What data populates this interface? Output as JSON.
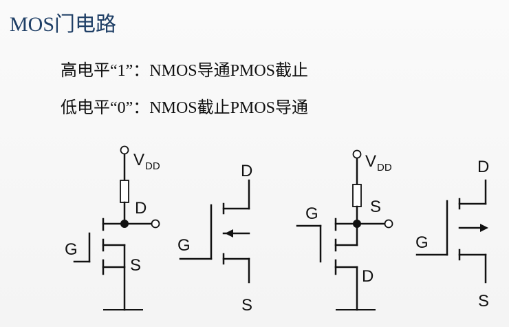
{
  "title": "MOS门电路",
  "lines": [
    "高电平“1”：NMOS导通PMOS截止",
    "低电平“0”：NMOS截止PMOS导通"
  ],
  "labels": {
    "v": "V",
    "dd": "DD",
    "d": "D",
    "s": "S",
    "g": "G"
  }
}
